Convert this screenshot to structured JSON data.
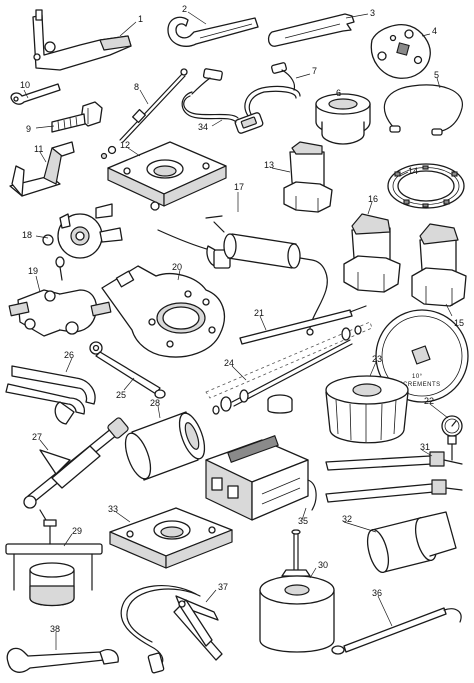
{
  "callouts": {
    "n1": "1",
    "n2": "2",
    "n3": "3",
    "n4": "4",
    "n5": "5",
    "n6": "6",
    "n7": "7",
    "n8": "8",
    "n9": "9",
    "n10": "10",
    "n11": "11",
    "n12": "12",
    "n13": "13",
    "n14": "14",
    "n15": "15",
    "n16": "16",
    "n17": "17",
    "n18": "18",
    "n19": "19",
    "n20": "20",
    "n21": "21",
    "n22": "22",
    "n23": "23",
    "n24": "24",
    "n25": "25",
    "n26": "26",
    "n27": "27",
    "n28": "28",
    "n29": "29",
    "n30": "30",
    "n31": "31",
    "n32": "32",
    "n33": "33",
    "n34": "34",
    "n35": "35",
    "n36": "36",
    "n37": "37",
    "n38": "38"
  },
  "degree_wheel": {
    "top": "10°",
    "bottom": "INCREMENTS"
  }
}
